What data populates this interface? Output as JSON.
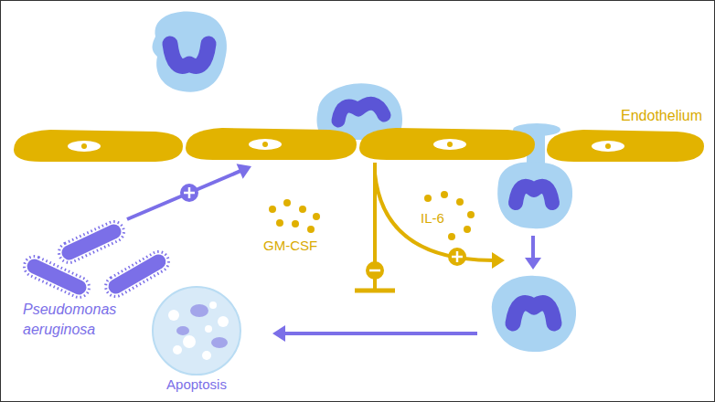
{
  "diagram": {
    "nodes": [
      {
        "text": [
          "Endothelium"
        ]
      },
      {
        "text": [
          "Pseudomonas aeruginosa"
        ]
      },
      {
        "text": [
          "Apoptosis"
        ]
      }
    ],
    "edges": [
      {
        "from": 1,
        "to": 0,
        "arrow": "to"
      }
    ],
    "labels": [
      "GM-CSF",
      "IL-6"
    ]
  }
}
